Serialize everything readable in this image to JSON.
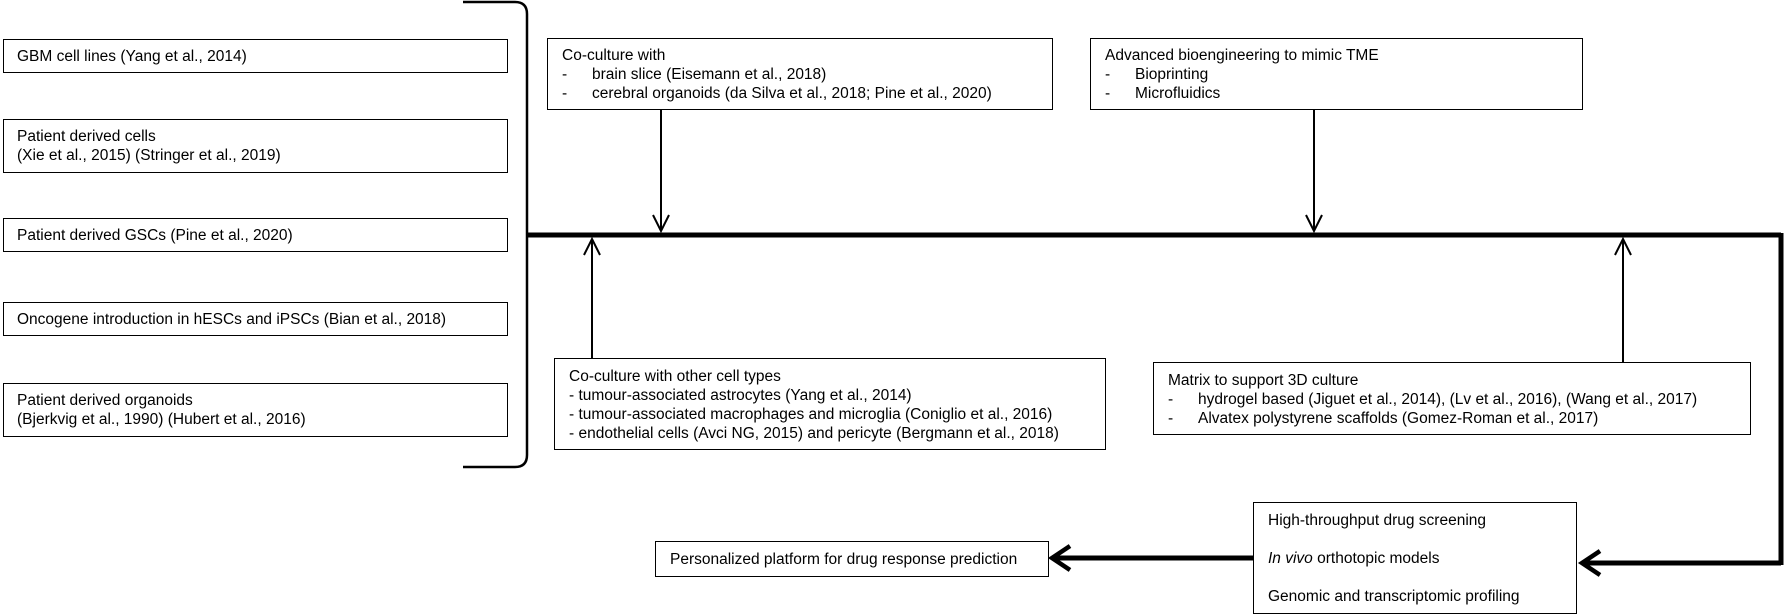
{
  "sources": [
    {
      "lines": [
        "GBM cell lines (Yang et al., 2014)"
      ]
    },
    {
      "lines": [
        "Patient derived cells",
        "(Xie et al., 2015) (Stringer et al., 2019)"
      ]
    },
    {
      "lines": [
        "Patient derived GSCs (Pine et al., 2020)"
      ]
    },
    {
      "lines": [
        "Oncogene introduction in hESCs and iPSCs (Bian et al., 2018)"
      ]
    },
    {
      "lines": [
        "Patient derived organoids",
        "(Bjerkvig et al., 1990) (Hubert et al., 2016)"
      ]
    }
  ],
  "coculture": {
    "title": "Co-culture with",
    "items": [
      "brain slice (Eisemann et al., 2018)",
      "cerebral organoids (da Silva et al., 2018; Pine et al., 2020)"
    ]
  },
  "bioengineering": {
    "title": "Advanced bioengineering to mimic TME",
    "items": [
      "Bioprinting",
      "Microfluidics"
    ]
  },
  "coculture_cells": {
    "title": "Co-culture with other cell types",
    "items": [
      "- tumour-associated astrocytes (Yang et al., 2014)",
      "- tumour-associated macrophages and microglia (Coniglio et al., 2016)",
      "- endothelial cells (Avci NG, 2015) and pericyte (Bergmann et al., 2018)"
    ]
  },
  "matrix": {
    "title": "Matrix to support 3D culture",
    "items": [
      "hydrogel based (Jiguet et al., 2014), (Lv et al., 2016), (Wang et al., 2017)",
      "Alvatex polystyrene scaffolds (Gomez-Roman et al., 2017)"
    ]
  },
  "outputs": {
    "items": [
      {
        "text": "High-throughput drug screening"
      },
      {
        "italic": "In vivo",
        "text": " orthotopic models"
      },
      {
        "text": "Genomic and transcriptomic profiling"
      }
    ]
  },
  "result": {
    "label": "Personalized platform for drug response prediction"
  },
  "dash_marker": "-"
}
